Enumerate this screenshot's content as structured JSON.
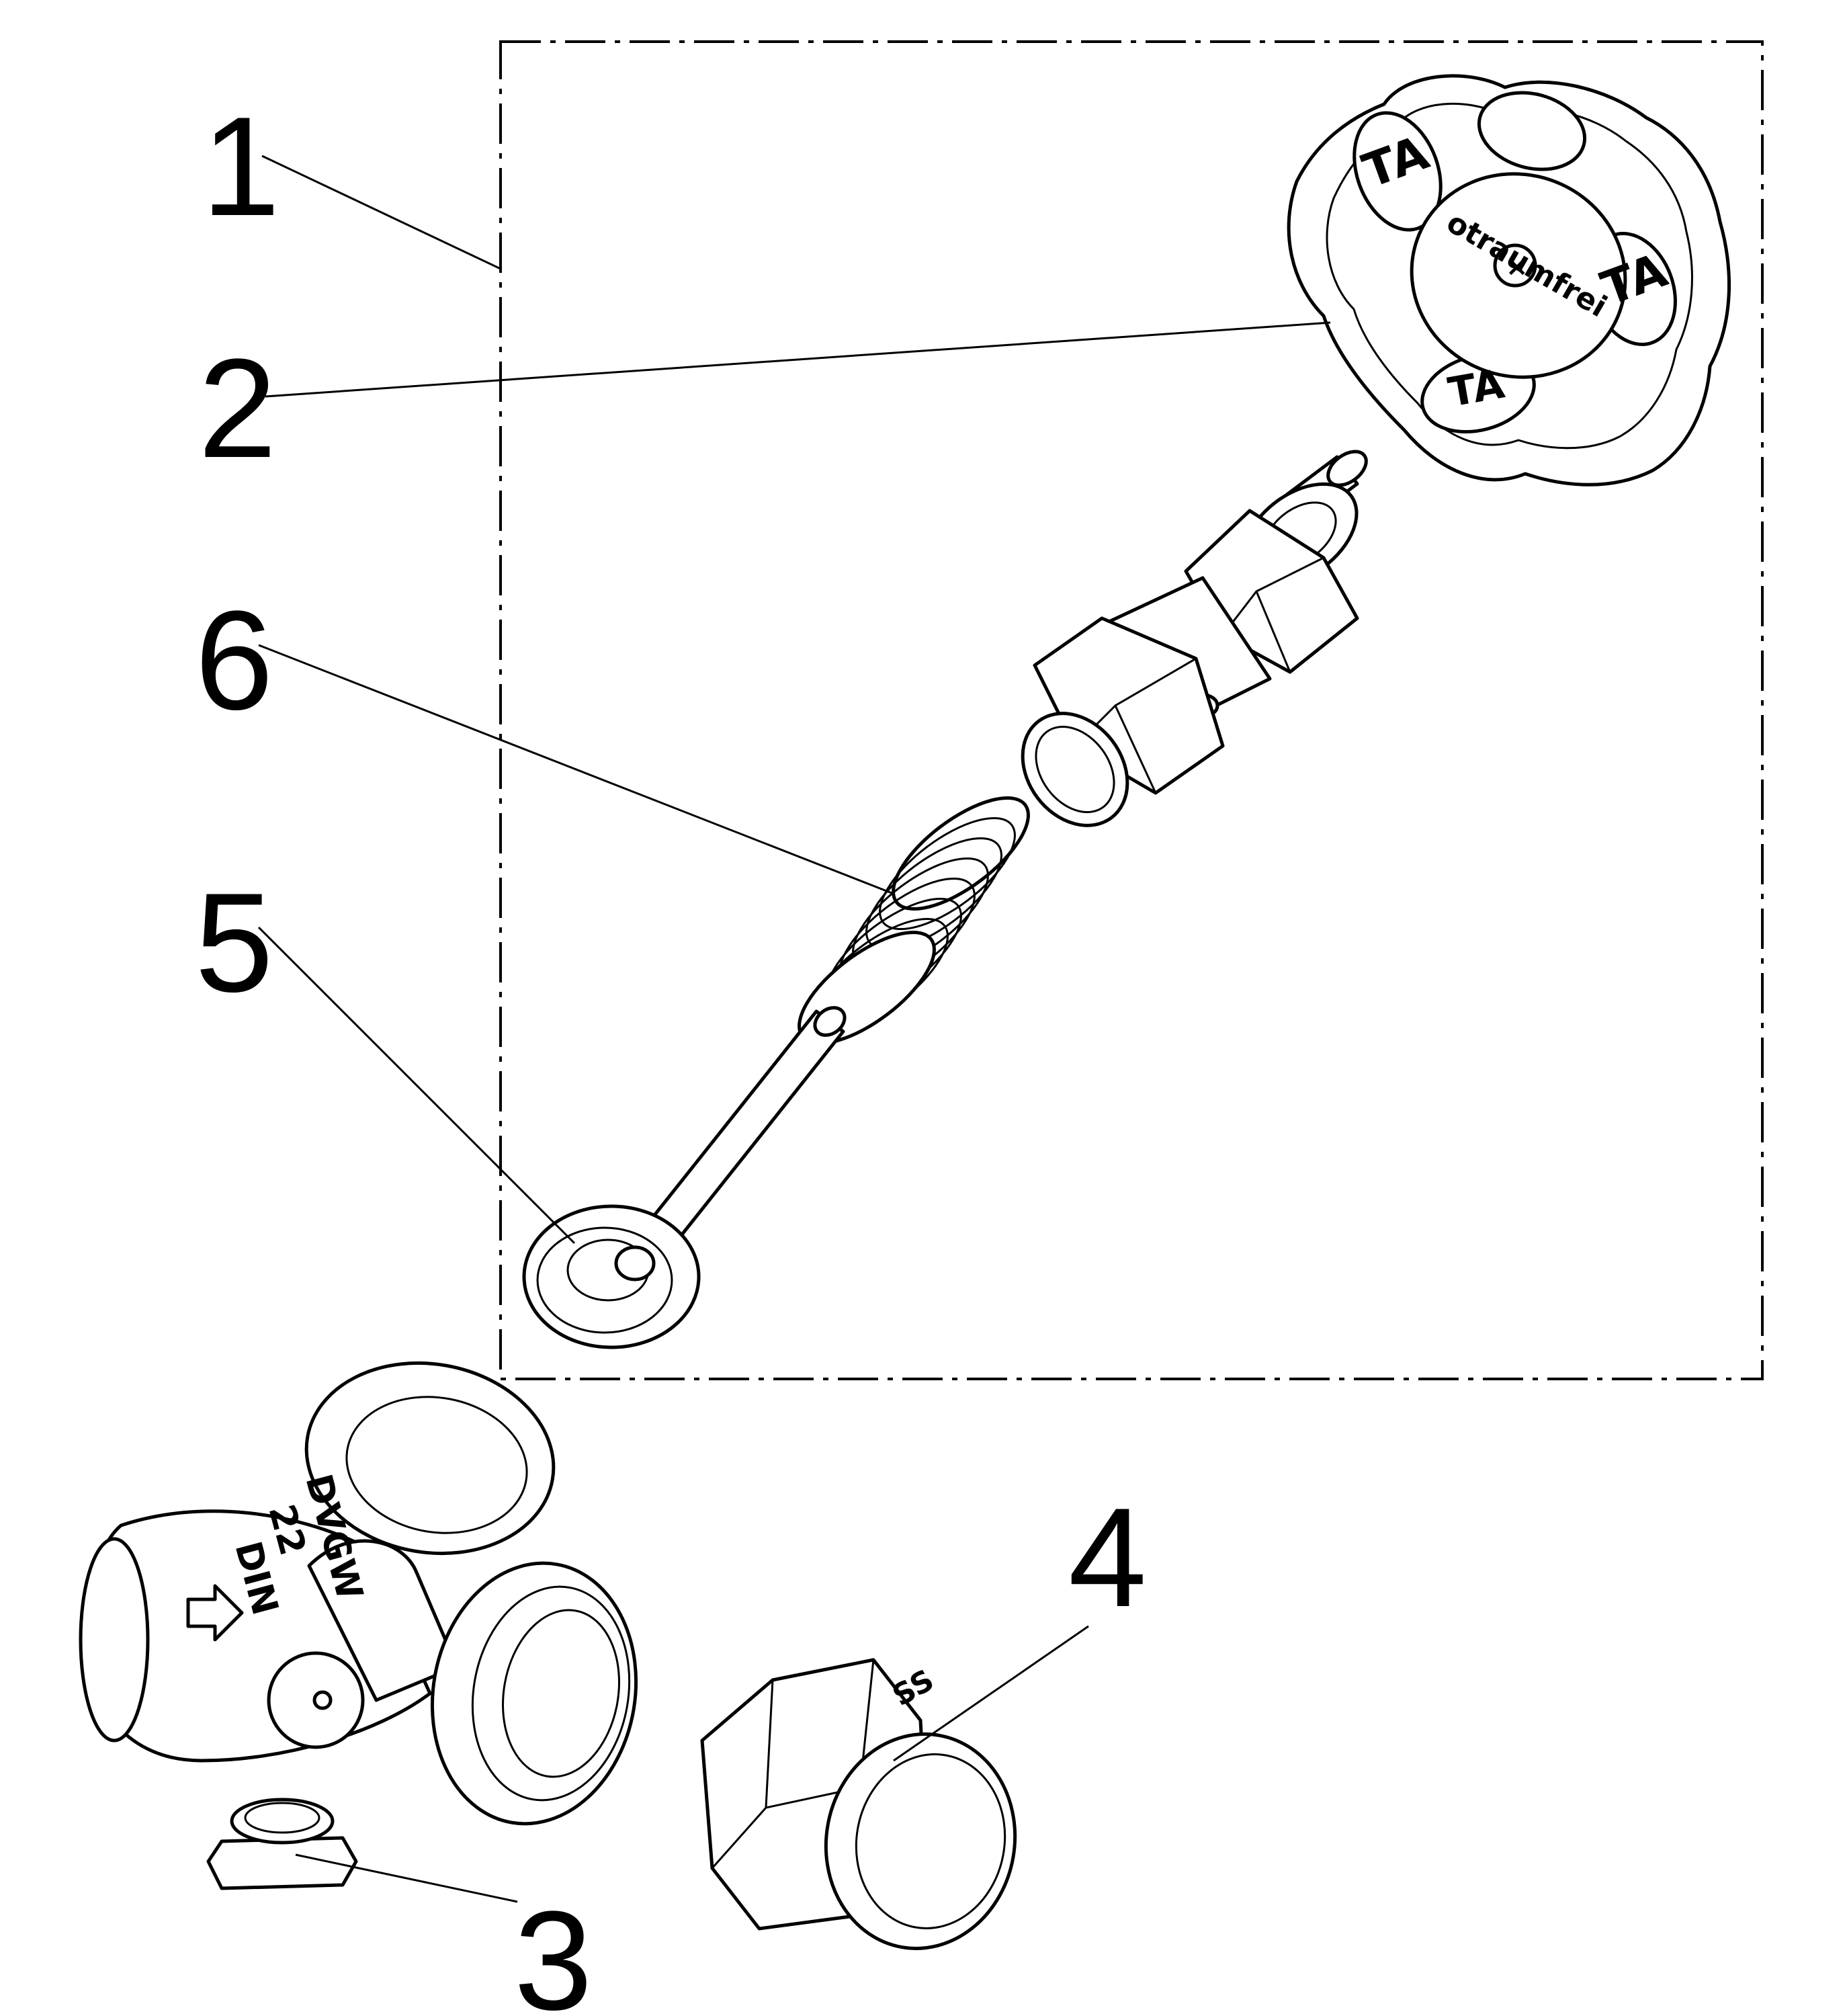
{
  "callouts": [
    {
      "id": "1",
      "text": "1"
    },
    {
      "id": "2",
      "text": "2"
    },
    {
      "id": "3",
      "text": "3"
    },
    {
      "id": "4",
      "text": "4"
    },
    {
      "id": "5",
      "text": "5"
    },
    {
      "id": "6",
      "text": "6"
    }
  ],
  "handwheel": {
    "ring_text": "otraumfrei",
    "logo_text": "TA"
  },
  "body_marking": {
    "line1": "DVGW",
    "line2": "22",
    "line3": "DIN"
  },
  "nut_marking": {
    "text": "SS"
  },
  "colors": {
    "line": "#000000",
    "background": "#ffffff"
  }
}
